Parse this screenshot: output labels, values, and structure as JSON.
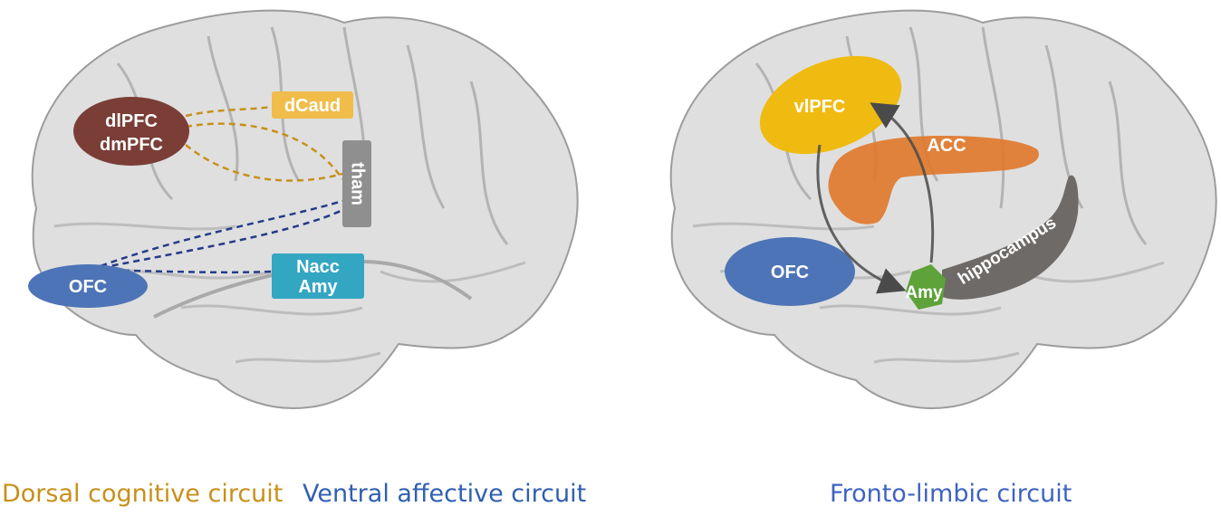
{
  "colors": {
    "dorsal": "#c7901a",
    "ventral": "#243b8a",
    "ventral_text": "#2f5fb0",
    "fronto_text": "#3e63c2",
    "dlpfc": "#7a3e37",
    "dcaud": "#f0bd4a",
    "tham": "#8f8f8f",
    "ofc": "#4d74b6",
    "nacc": "#33a6c2",
    "vlpfc": "#f0bb10",
    "acc": "#e07a2c",
    "hippocampus": "#6e6a68",
    "amy_right": "#5ea23a",
    "arrow": "#4a4a4a",
    "brain_fill": "#d6d6d6",
    "brain_stroke": "#9a9a9a"
  },
  "left_panel": {
    "regions": {
      "dlpfc": "dlPFC",
      "dmpfc": "dmPFC",
      "dcaud": "dCaud",
      "tham": "tham",
      "ofc": "OFC",
      "nacc": "Nacc",
      "amy": "Amy"
    }
  },
  "right_panel": {
    "regions": {
      "vlpfc": "vlPFC",
      "acc": "ACC",
      "ofc": "OFC",
      "amy": "Amy",
      "hippocampus": "hippocampus"
    }
  },
  "captions": {
    "dorsal": "Dorsal cognitive circuit",
    "ventral": "Ventral affective circuit",
    "fronto_limbic": "Fronto-limbic circuit"
  }
}
